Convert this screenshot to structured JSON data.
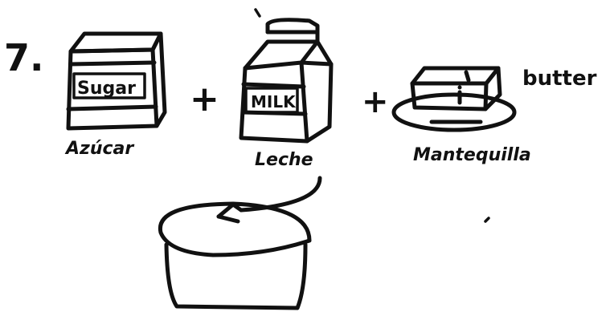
{
  "step_number": "7.",
  "ingredients": [
    {
      "box_label": "Sugar",
      "caption": "Azúcar"
    },
    {
      "box_label": "MILK",
      "caption": "Leche"
    },
    {
      "caption": "Mantequilla",
      "english": "butter"
    }
  ],
  "plus_sign": "+",
  "ink_color": "#111111"
}
